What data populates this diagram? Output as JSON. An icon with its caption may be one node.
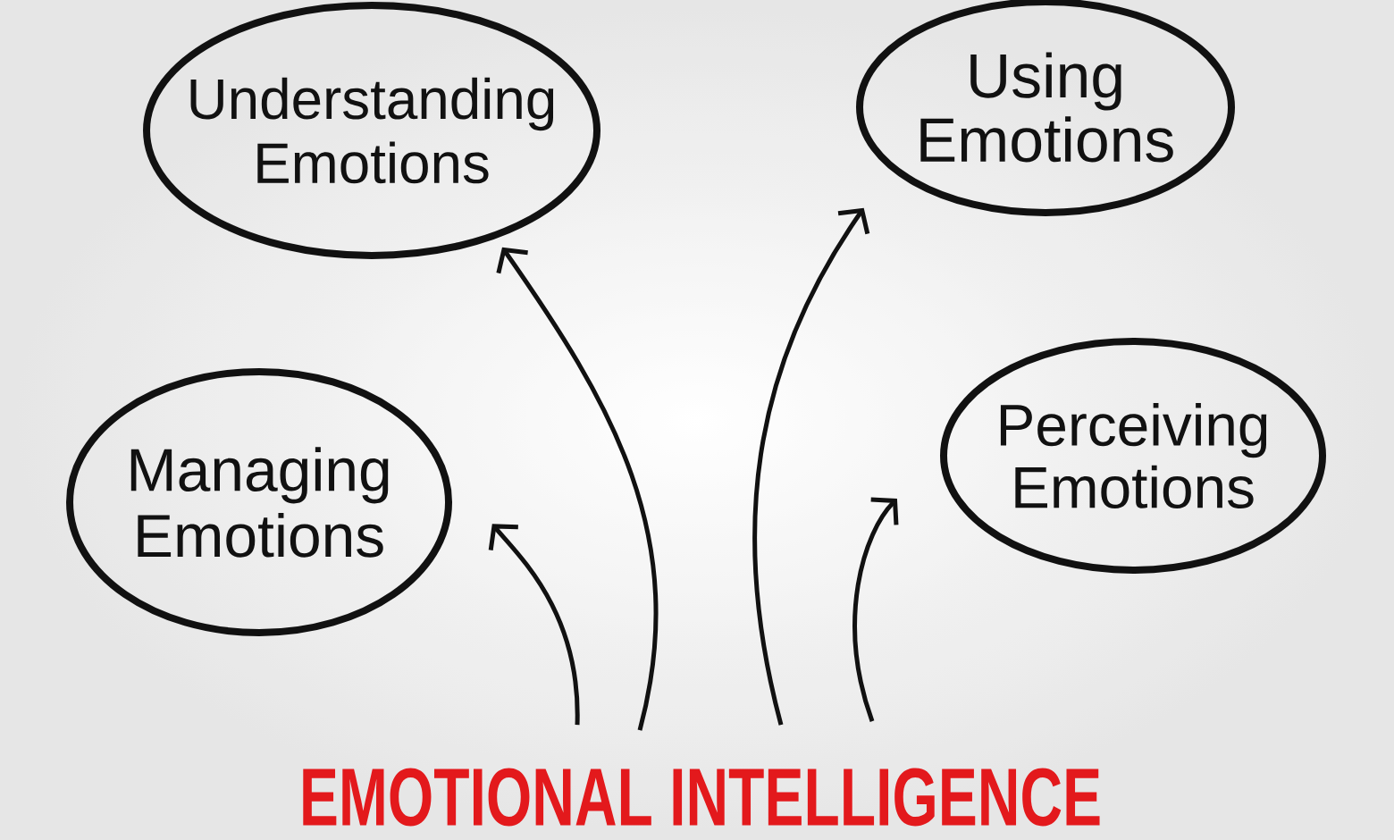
{
  "diagram": {
    "nodes": [
      {
        "text": [
          "Understanding Emotions"
        ]
      },
      {
        "text": [
          "Using Emotions"
        ]
      },
      {
        "text": [
          "Managing Emotions"
        ]
      },
      {
        "text": [
          "Perceiving Emotions"
        ]
      },
      {
        "text": [
          "EMOTIONAL INTELLIGENCE"
        ]
      }
    ],
    "edges": [
      {
        "from": 4,
        "to": 2,
        "arrow": "to"
      },
      {
        "from": 4,
        "to": 0,
        "arrow": "to"
      },
      {
        "from": 4,
        "to": 1,
        "arrow": "to"
      },
      {
        "from": 4,
        "to": 3,
        "arrow": "to"
      }
    ]
  }
}
